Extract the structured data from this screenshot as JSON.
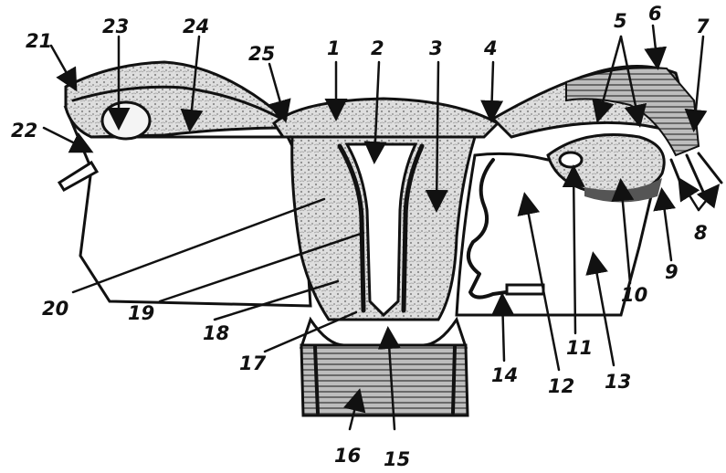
{
  "labels": [
    "1",
    "2",
    "3",
    "4",
    "5",
    "6",
    "7",
    "8",
    "9",
    "10",
    "11",
    "12",
    "13",
    "14",
    "15",
    "16",
    "17",
    "18",
    "19",
    "20",
    "21",
    "22",
    "23",
    "24",
    "25"
  ],
  "colors": {
    "ink": "#111111",
    "tissue": "#d9d9d9",
    "shade": "#3a3a3a",
    "background": "#ffffff"
  }
}
